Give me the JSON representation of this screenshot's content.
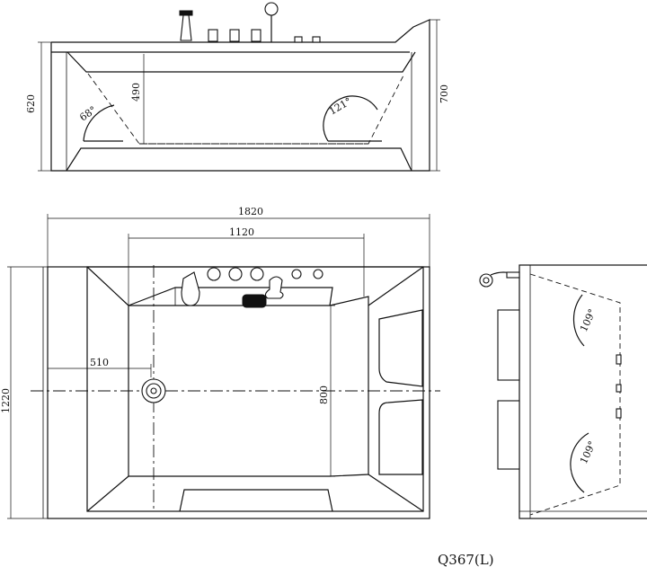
{
  "model_label": "Q367(L)",
  "dimensions": {
    "side_height_total": "620",
    "side_inner_depth": "490",
    "side_height_back": "700",
    "top_length": "1820",
    "top_inner_length": "1120",
    "top_width": "1220",
    "top_drain_offset": "510",
    "top_inner_width": "800"
  },
  "angles": {
    "side_left": "68°",
    "side_right": "121°",
    "end_top": "109°",
    "end_bottom": "109°"
  },
  "colors": {
    "line": "#111111",
    "background": "#ffffff"
  }
}
